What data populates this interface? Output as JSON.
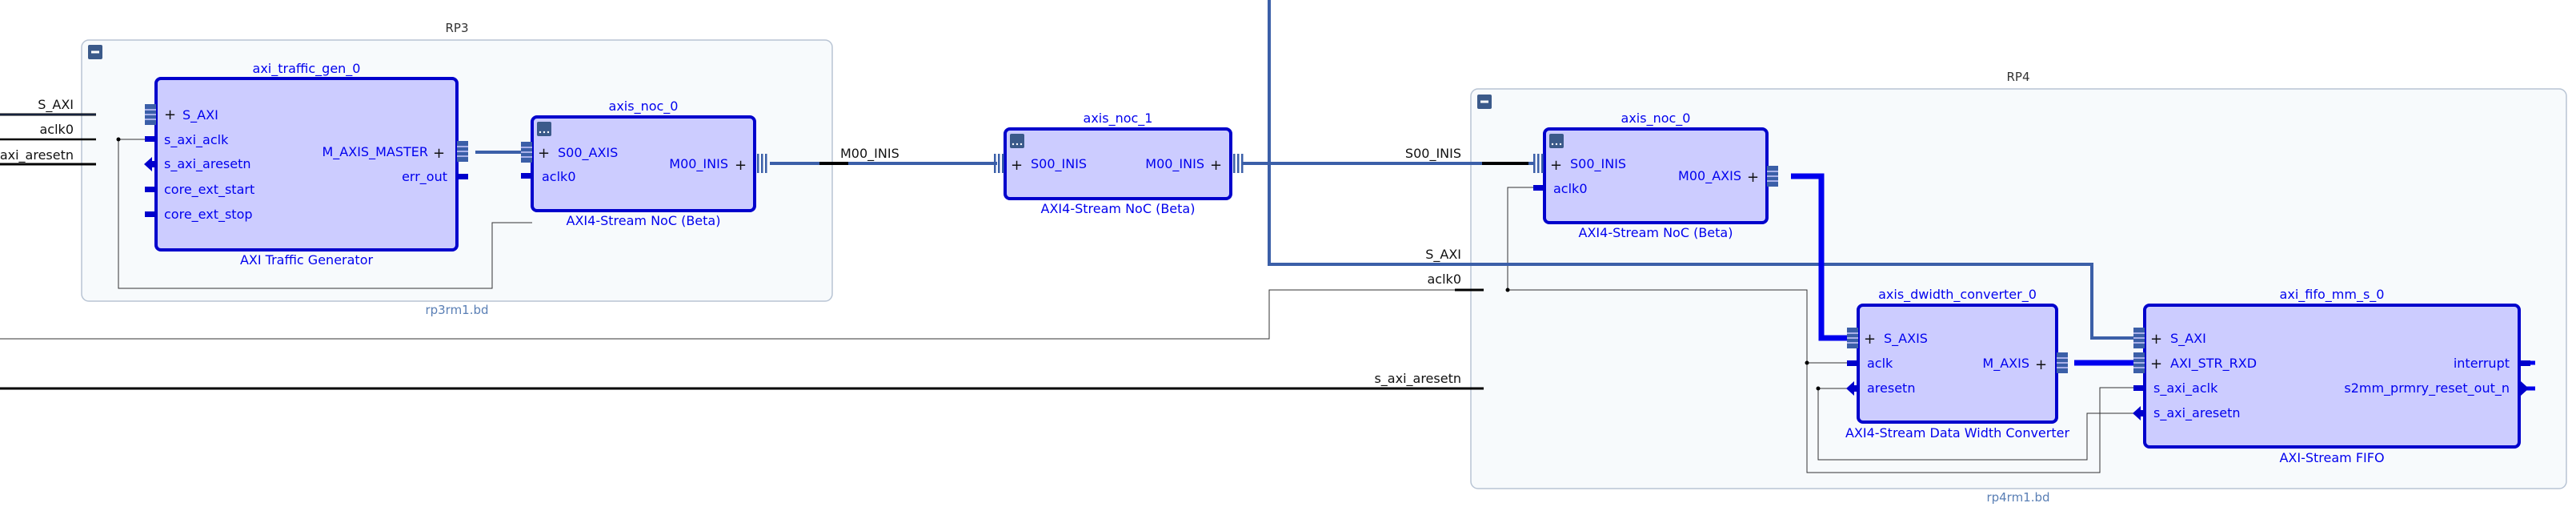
{
  "hierarchies": [
    {
      "title": "RP3",
      "file": "rp3rm1.bd",
      "collapse_icon": "minus-icon"
    },
    {
      "title": "RP4",
      "file": "rp4rm1.bd",
      "collapse_icon": "minus-icon"
    }
  ],
  "blocks": {
    "axi_traffic_gen_0": {
      "instance": "axi_traffic_gen_0",
      "type": "AXI Traffic Generator",
      "left_ports": [
        "S_AXI",
        "s_axi_aclk",
        "s_axi_aresetn",
        "core_ext_start",
        "core_ext_stop"
      ],
      "right_ports": [
        "M_AXIS_MASTER",
        "err_out"
      ]
    },
    "rp3_noc": {
      "instance": "axis_noc_0",
      "type": "AXI4-Stream NoC (Beta)",
      "left_ports": [
        "S00_AXIS",
        "aclk0"
      ],
      "right_ports": [
        "M00_INIS"
      ]
    },
    "mid_noc": {
      "instance": "axis_noc_1",
      "type": "AXI4-Stream NoC (Beta)",
      "left_ports": [
        "S00_INIS"
      ],
      "right_ports": [
        "M00_INIS"
      ]
    },
    "rp4_noc": {
      "instance": "axis_noc_0",
      "type": "AXI4-Stream NoC (Beta)",
      "left_ports": [
        "S00_INIS",
        "aclk0"
      ],
      "right_ports": [
        "M00_AXIS"
      ]
    },
    "dwidth": {
      "instance": "axis_dwidth_converter_0",
      "type": "AXI4-Stream Data Width Converter",
      "left_ports": [
        "S_AXIS",
        "aclk",
        "aresetn"
      ],
      "right_ports": [
        "M_AXIS"
      ]
    },
    "fifo": {
      "instance": "axi_fifo_mm_s_0",
      "type": "AXI-Stream FIFO",
      "left_ports": [
        "S_AXI",
        "AXI_STR_RXD",
        "s_axi_aclk",
        "s_axi_aresetn"
      ],
      "right_ports": [
        "interrupt",
        "s2mm_prmry_reset_out_n"
      ]
    }
  },
  "net_labels": {
    "rp3_s_axi": "S_AXI",
    "rp3_aclk0": "aclk0",
    "rp3_aresetn": "axi_aresetn",
    "m00_inis": "M00_INIS",
    "s00_inis": "S00_INIS",
    "rp4_s_axi": "S_AXI",
    "rp4_aclk0": "aclk0",
    "rp4_aresetn": "s_axi_aresetn"
  },
  "colors": {
    "block_fill": "#ccccff",
    "block_border": "#0000cc",
    "label_blue": "#0000ee",
    "bus_blue": "#3b5fa8",
    "hier_border": "#b8c4d4",
    "hier_fill": "#f7fafc",
    "hier_title": "#333333",
    "file_label": "#5a7fb5",
    "wire": "#000000"
  }
}
